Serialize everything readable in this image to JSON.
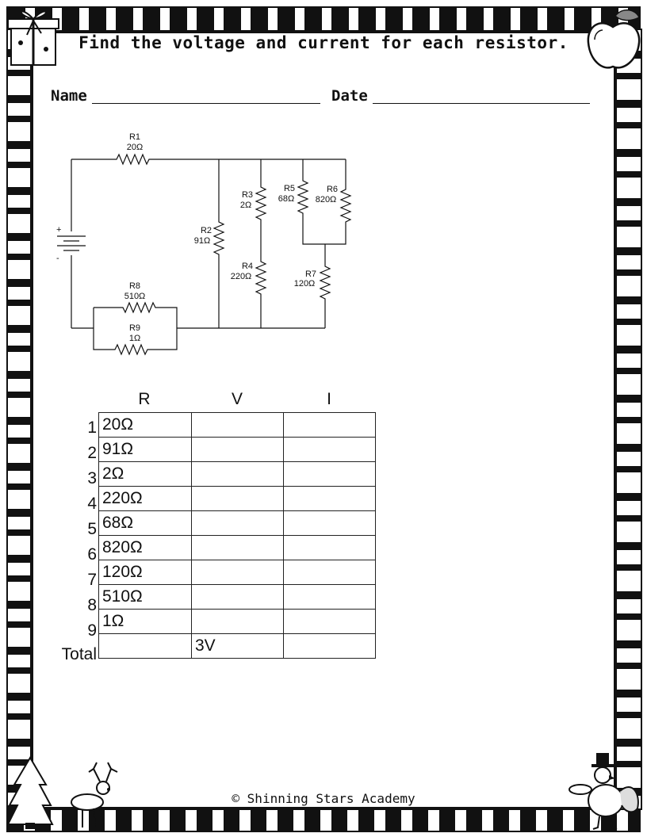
{
  "title": "Find the voltage and current for each resistor.",
  "name_label": "Name",
  "date_label": "Date",
  "circuit": {
    "battery_plus": "+",
    "battery_minus": "-",
    "resistors": [
      {
        "name": "R1",
        "value": "20Ω"
      },
      {
        "name": "R2",
        "value": "91Ω"
      },
      {
        "name": "R3",
        "value": "2Ω"
      },
      {
        "name": "R4",
        "value": "220Ω"
      },
      {
        "name": "R5",
        "value": "68Ω"
      },
      {
        "name": "R6",
        "value": "820Ω"
      },
      {
        "name": "R7",
        "value": "120Ω"
      },
      {
        "name": "R8",
        "value": "510Ω"
      },
      {
        "name": "R9",
        "value": "1Ω"
      }
    ]
  },
  "table": {
    "headers": [
      "R",
      "V",
      "I"
    ],
    "rows": [
      {
        "label": "1",
        "r": "20Ω",
        "v": "",
        "i": ""
      },
      {
        "label": "2",
        "r": "91Ω",
        "v": "",
        "i": ""
      },
      {
        "label": "3",
        "r": "2Ω",
        "v": "",
        "i": ""
      },
      {
        "label": "4",
        "r": "220Ω",
        "v": "",
        "i": ""
      },
      {
        "label": "5",
        "r": "68Ω",
        "v": "",
        "i": ""
      },
      {
        "label": "6",
        "r": "820Ω",
        "v": "",
        "i": ""
      },
      {
        "label": "7",
        "r": "120Ω",
        "v": "",
        "i": ""
      },
      {
        "label": "8",
        "r": "510Ω",
        "v": "",
        "i": ""
      },
      {
        "label": "9",
        "r": "1Ω",
        "v": "",
        "i": ""
      },
      {
        "label": "Total",
        "r": "",
        "v": "3V",
        "i": ""
      }
    ]
  },
  "footer": "© Shinning Stars Academy",
  "icons": {
    "top_left": "gift-icon",
    "top_right": "apple-icon",
    "bottom_left": "reindeer-tree-icon",
    "bottom_right": "turkey-icon"
  }
}
